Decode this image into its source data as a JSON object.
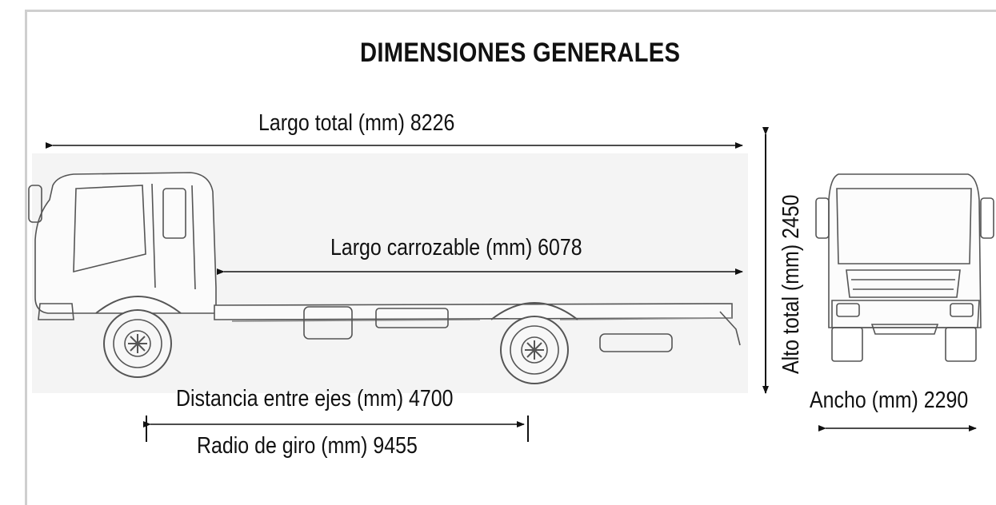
{
  "title": "DIMENSIONES GENERALES",
  "dimensions": {
    "largo_total": "Largo total (mm) 8226",
    "largo_carrozable": "Largo carrozable (mm) 6078",
    "distancia_entre_ejes": "Distancia entre ejes (mm) 4700",
    "radio_de_giro": "Radio de giro (mm) 9455",
    "alto_total": "Alto total (mm) 2450",
    "ancho": "Ancho (mm) 2290"
  }
}
